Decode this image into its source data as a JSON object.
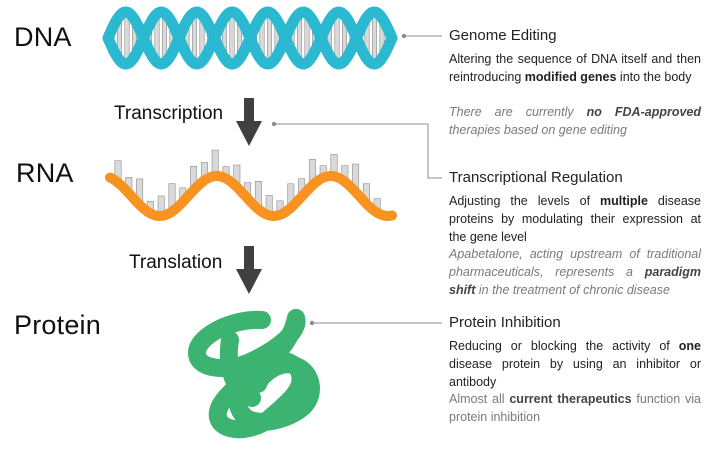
{
  "labels": {
    "dna": "DNA",
    "rna": "RNA",
    "protein": "Protein",
    "transcription": "Transcription",
    "translation": "Translation"
  },
  "genome_editing": {
    "title": "Genome Editing",
    "body_1": "Altering the sequence of DNA itself and then reintroducing ",
    "body_bold": "modified genes",
    "body_2": " into the body",
    "note_1": "There are currently ",
    "note_bold": "no FDA-approved",
    "note_2": " therapies based on gene editing"
  },
  "transcriptional_regulation": {
    "title": "Transcriptional Regulation",
    "body_1": "Adjusting the levels of ",
    "body_bold": "multiple",
    "body_2": " disease proteins by modulating their expression at the gene level",
    "note_1": "Apabetalone, acting upstream of traditional pharmaceuticals, represents a ",
    "note_bold": "paradigm shift",
    "note_2": " in the treatment of chronic disease"
  },
  "protein_inhibition": {
    "title": "Protein Inhibition",
    "body_1": "Reducing or blocking the activity of ",
    "body_bold": "one",
    "body_2": " disease protein by using an inhibitor or antibody",
    "note_1": "Almost all ",
    "note_bold": "current therapeutics",
    "note_2": " function via protein inhibition"
  },
  "colors": {
    "dna_strand": "#2bb8d1",
    "rna_strand": "#f7931e",
    "protein": "#3cb371",
    "base_fill": "#d9d9d9",
    "base_stroke": "#7f7f7f",
    "arrow": "#404040",
    "leader": "#8c8c8c"
  },
  "icons": {
    "dna": "dna-double-helix-icon",
    "rna": "rna-single-strand-icon",
    "protein": "folded-protein-icon",
    "arrow": "down-arrow-icon"
  }
}
